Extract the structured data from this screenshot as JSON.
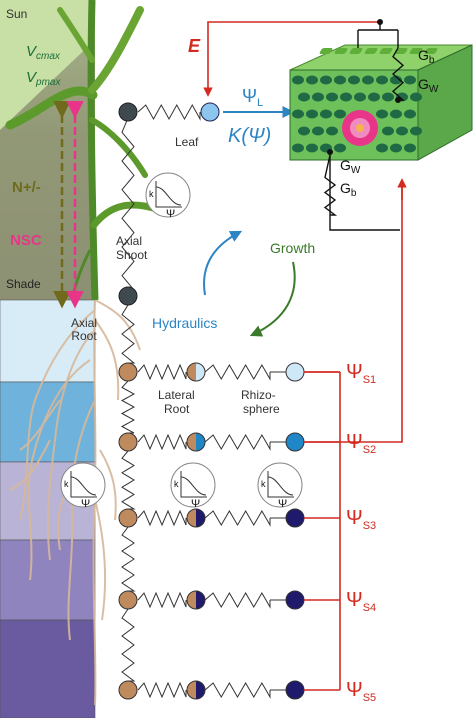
{
  "canopy": {
    "sun": "Sun",
    "shade": "Shade",
    "vcmax_sym": "V",
    "vcmax_sub": "cmax",
    "vpmax_sym": "V",
    "vpmax_sub": "pmax",
    "nitrogen": "N+/-",
    "nsc": "NSC"
  },
  "labels": {
    "leaf": "Leaf",
    "axial_shoot_1": "Axial",
    "axial_shoot_2": "Shoot",
    "axial_root_1": "Axial",
    "axial_root_2": "Root",
    "lateral_root_1": "Lateral",
    "lateral_root_2": "Root",
    "rhizosphere_1": "Rhizo-",
    "rhizosphere_2": "sphere",
    "hydraulics": "Hydraulics",
    "growth": "Growth"
  },
  "leaf_water": {
    "e": "E",
    "psi_l_sym": "Ψ",
    "psi_l_sub": "L",
    "k_psi": "K(Ψ)",
    "gb_top": "G",
    "gb_top_sub": "b",
    "gw_top": "G",
    "gw_top_sub": "W",
    "gw_low": "G",
    "gw_low_sub": "W",
    "gb_low": "G",
    "gb_low_sub": "b"
  },
  "vulnerability_curve": {
    "k": "k",
    "psi": "Ψ"
  },
  "soil_psi": [
    {
      "sym": "Ψ",
      "sub": "S1"
    },
    {
      "sym": "Ψ",
      "sub": "S2"
    },
    {
      "sym": "Ψ",
      "sub": "S3"
    },
    {
      "sym": "Ψ",
      "sub": "S4"
    },
    {
      "sym": "Ψ",
      "sub": "S5"
    }
  ],
  "soil_colors": [
    "#d8ecf8",
    "#6fb2db",
    "#b9b3d6",
    "#8f84bd",
    "#6a5a9f"
  ],
  "soil_node_colors": [
    "#cfe8f8",
    "#1f86c8",
    "#1f1a6b",
    "#1f1a6b",
    "#1f1a6b"
  ],
  "colors": {
    "red": "#d42a20",
    "blue": "#2d85c4",
    "green": "#3a7a2a",
    "olive": "#6f6a1c",
    "pink": "#e8358a",
    "root_node": "#c08a5f",
    "stem_node": "#3f4a4e"
  }
}
